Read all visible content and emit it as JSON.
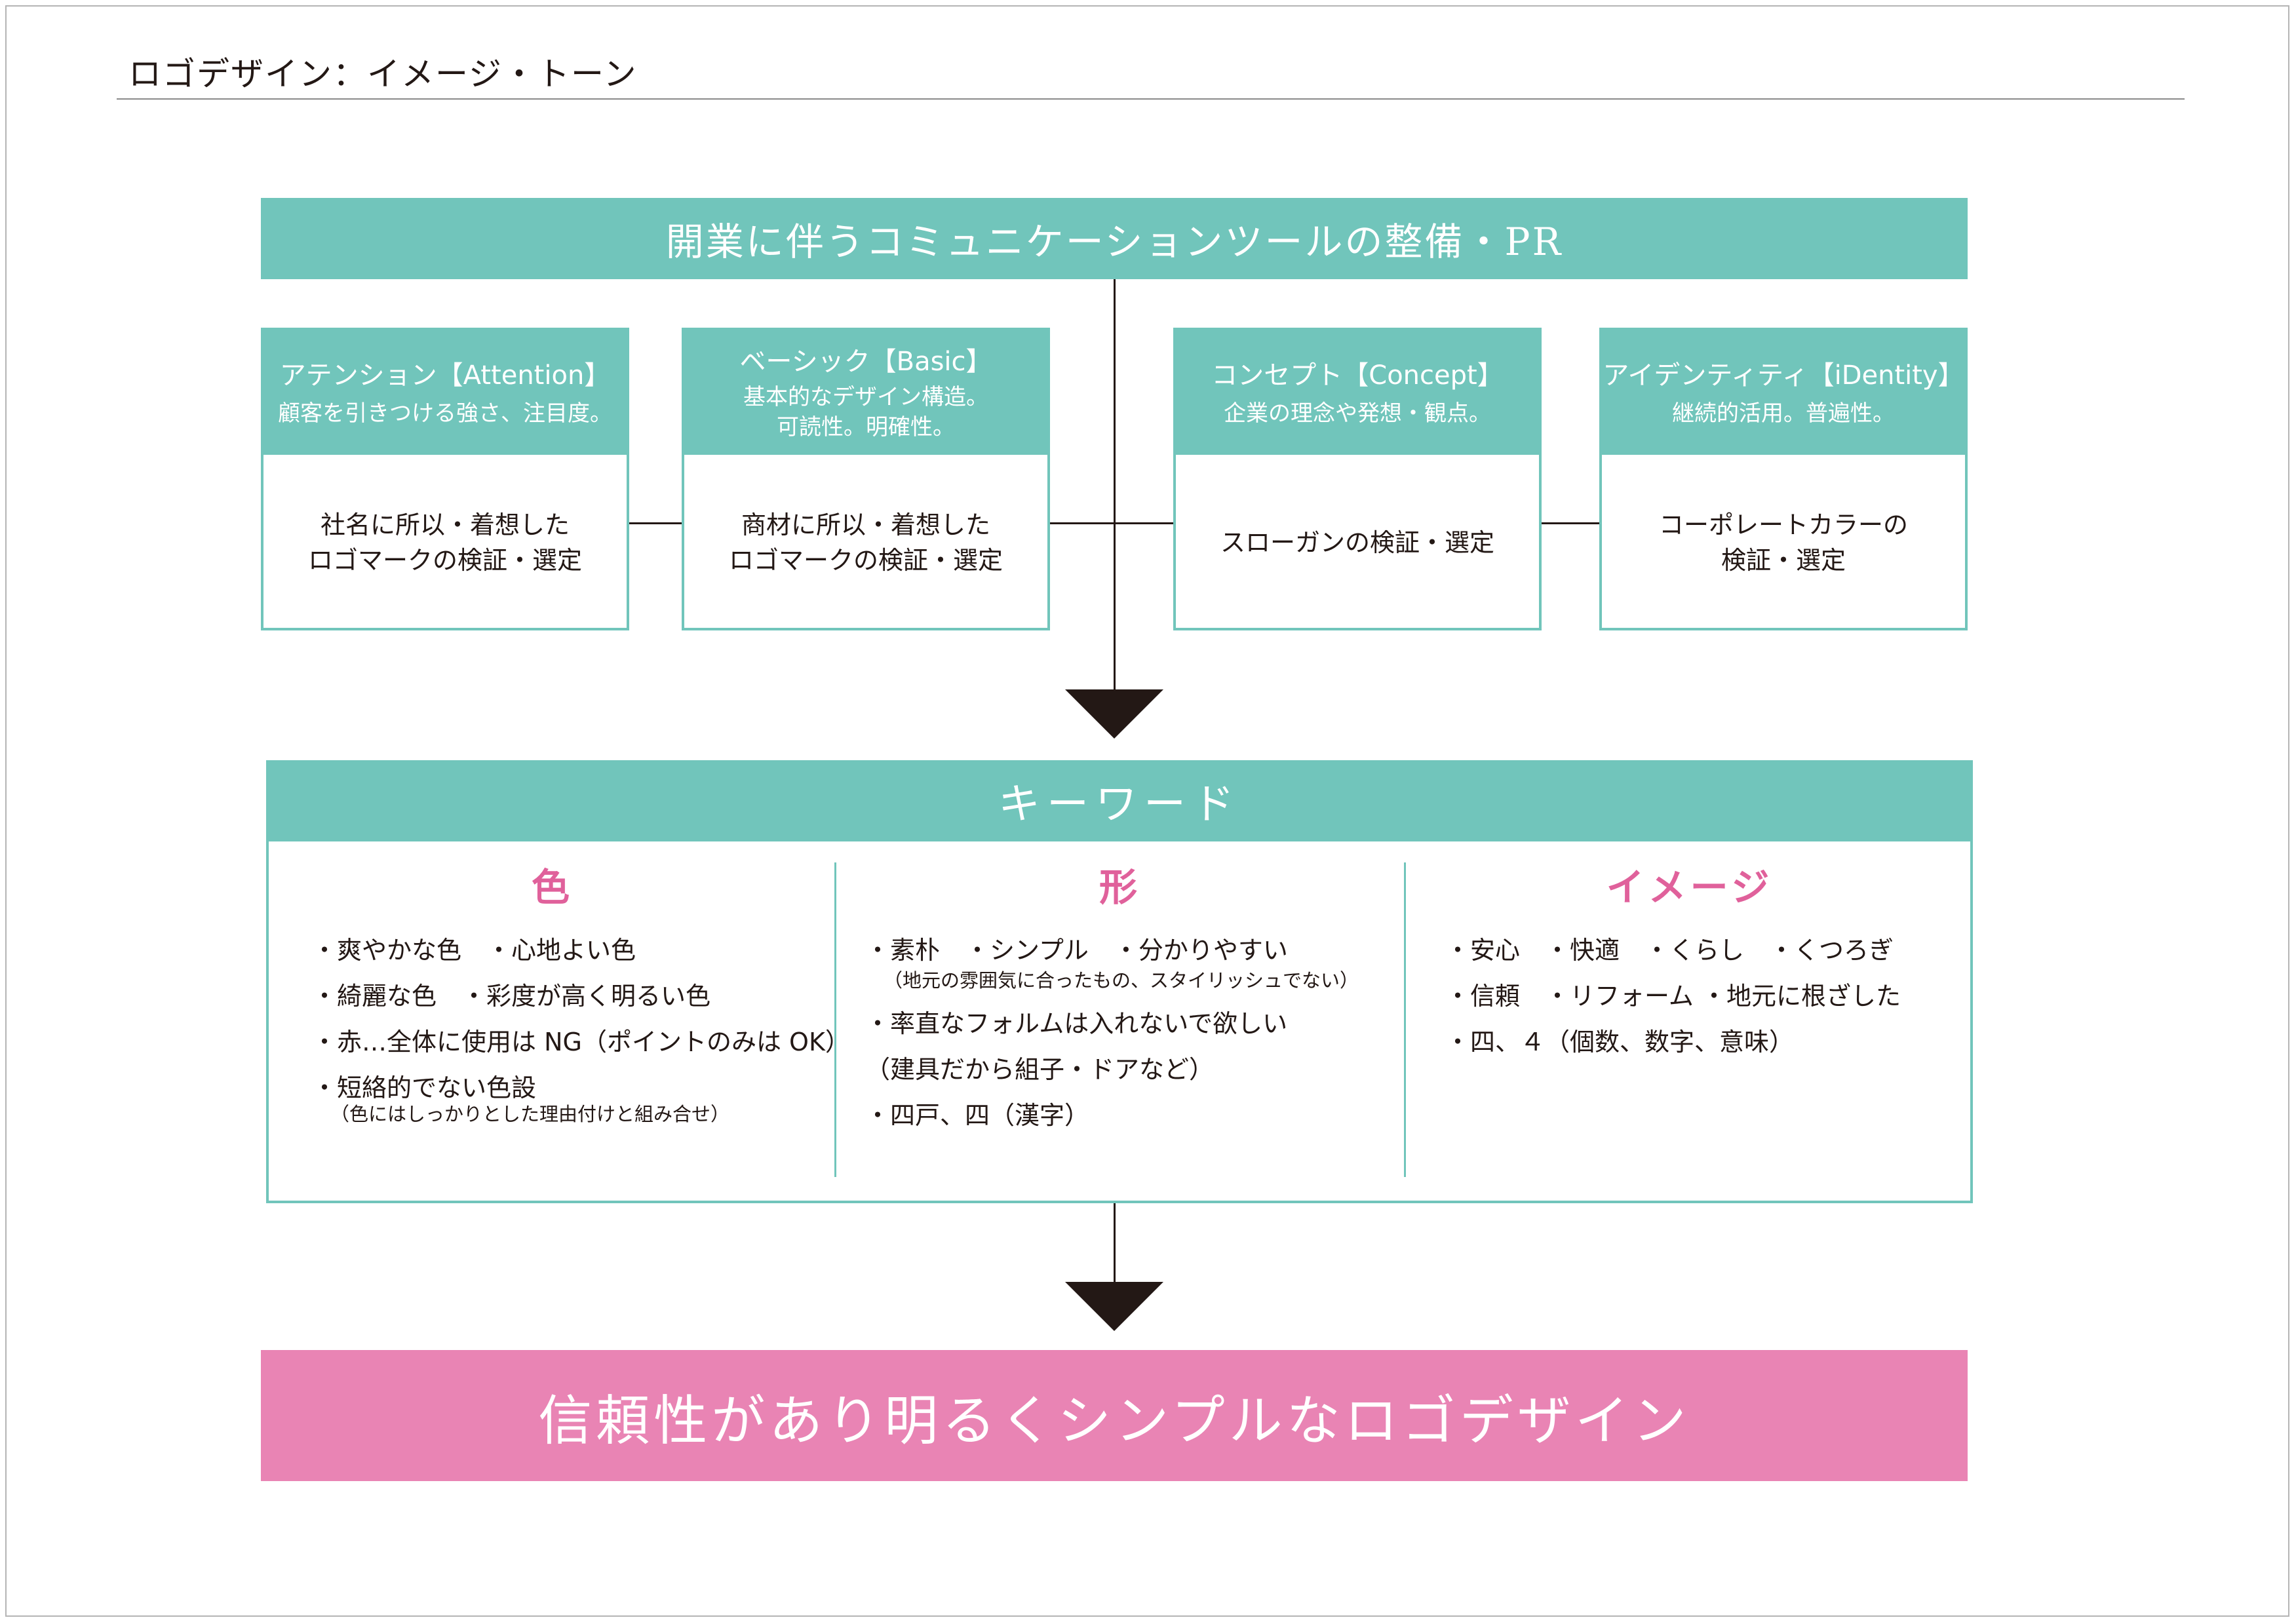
{
  "header": {
    "title": "ロゴデザイン：イメージ・トーン"
  },
  "top_bar": {
    "label": "開業に伴うコミュニケーションツールの整備・PR"
  },
  "perspectives": [
    {
      "title": "アテンション【Attention】",
      "subtitle": "顧客を引きつける強さ、注目度。",
      "body": "社名に所以・着想した\nロゴマークの検証・選定"
    },
    {
      "title": "ベーシック【Basic】",
      "subtitle": "基本的なデザイン構造。\n可読性。明確性。",
      "body": "商材に所以・着想した\nロゴマークの検証・選定"
    },
    {
      "title": "コンセプト【Concept】",
      "subtitle": "企業の理念や発想・観点。",
      "body": "スローガンの検証・選定"
    },
    {
      "title": "アイデンティティ【iDentity】",
      "subtitle": "継続的活用。普遍性。",
      "body": "コーポレートカラーの\n検証・選定"
    }
  ],
  "keywords": {
    "header": "キーワード",
    "color": {
      "title": "色",
      "items": [
        "・爽やかな色　・心地よい色",
        "・綺麗な色　・彩度が高く明るい色",
        "・赤…全体に使用は NG（ポイントのみは OK）",
        "・短絡的でない色設"
      ],
      "notes": [
        "（色にはしっかりとした理由付けと組み合せ）"
      ]
    },
    "shape": {
      "title": "形",
      "items": [
        "・素朴　・シンプル　・分かりやすい",
        "・率直なフォルムは入れないで欲しい",
        "（建具だから組子・ドアなど）",
        "・四戸、四（漢字）"
      ],
      "notes": [
        "（地元の雰囲気に合ったもの、スタイリッシュでない）"
      ]
    },
    "image": {
      "title": "イメージ",
      "items": [
        "・安心　・快適　・くらし　・くつろぎ",
        "・信頼　・リフォーム ・地元に根ざした",
        "・四、４（個数、数字、意味）"
      ]
    }
  },
  "result": {
    "label": "信頼性があり明るくシンプルなロゴデザイン"
  },
  "colors": {
    "teal": "#71c5bb",
    "pink": "#e984b4",
    "accent_text": "#e0619b",
    "ink": "#231815"
  }
}
